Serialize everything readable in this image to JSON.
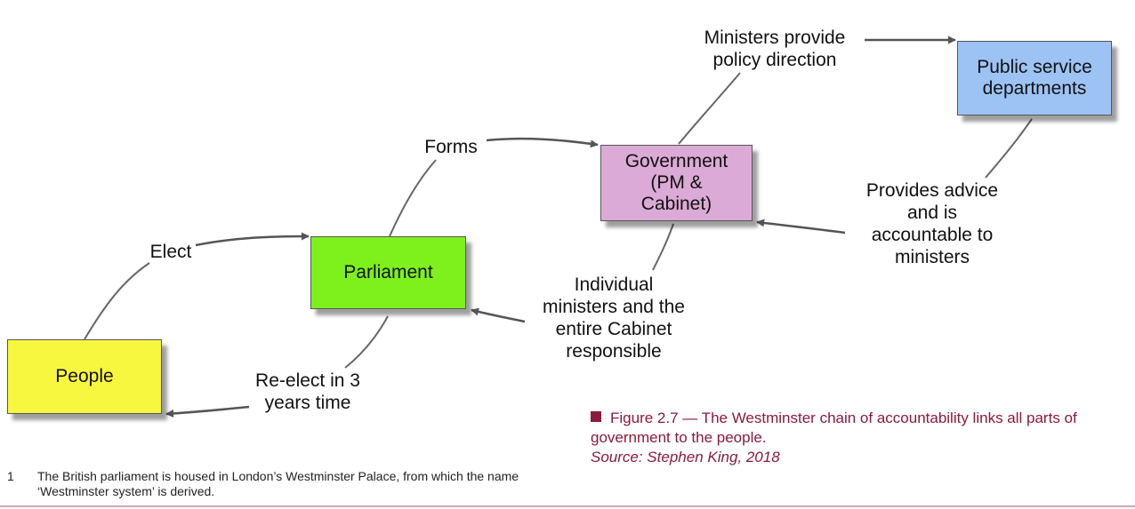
{
  "nodes": {
    "people": {
      "label": "People",
      "color": "#f7f740"
    },
    "parliament": {
      "label": "Parliament",
      "color": "#7ef01c"
    },
    "government": {
      "label": "Government\n(PM &\nCabinet)",
      "color": "#dcaad6"
    },
    "public_service": {
      "label": "Public service\ndepartments",
      "color": "#9cc3f4"
    }
  },
  "edges": {
    "elect": "Elect",
    "forms": "Forms",
    "ministers_direction": "Ministers provide\npolicy direction",
    "provides_advice": "Provides advice\nand is\naccountable to\nministers",
    "individual_ministers": "Individual\nministers and the\nentire Cabinet\nresponsible",
    "re_elect": "Re-elect in 3\nyears time"
  },
  "caption": {
    "text": "Figure 2.7 — The Westminster chain of accountability links all parts of government to the people.",
    "source": "Source: Stephen King, 2018"
  },
  "footnote": {
    "number": "1",
    "text": "The British parliament is housed in London’s Westminster Palace, from which the name ‘Westminster system’ is derived."
  }
}
